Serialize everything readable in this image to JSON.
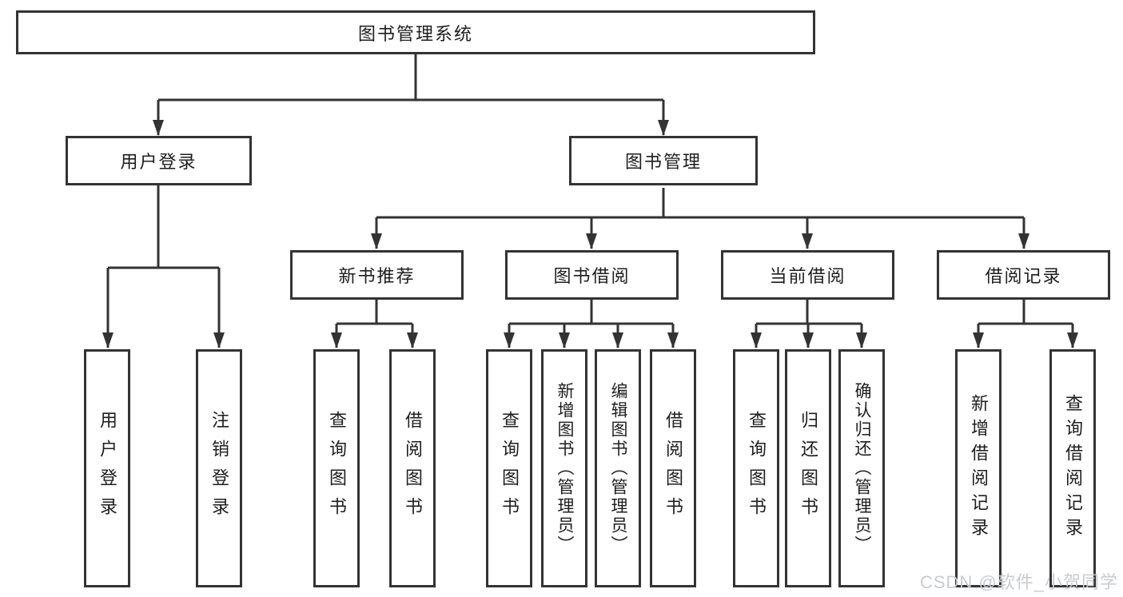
{
  "tree": {
    "root": "图书管理系统",
    "children": [
      {
        "label": "用户登录",
        "children": [
          "用户登录",
          "注销登录"
        ]
      },
      {
        "label": "图书管理",
        "children": [
          {
            "label": "新书推荐",
            "children": [
              "查询图书",
              "借阅图书"
            ]
          },
          {
            "label": "图书借阅",
            "children": [
              "查询图书",
              "新增图书（管理员）",
              "编辑图书（管理员）",
              "借阅图书"
            ]
          },
          {
            "label": "当前借阅",
            "children": [
              "查询图书",
              "归还图书",
              "确认归还（管理员）"
            ]
          },
          {
            "label": "借阅记录",
            "children": [
              "新增借阅记录",
              "查询借阅记录"
            ]
          }
        ]
      }
    ]
  },
  "watermark": "CSDN @软件_小贺同学",
  "colors": {
    "line": "#333333",
    "text": "#1d1d1f",
    "watermark": "#c9cbd2",
    "background": "#ffffff"
  }
}
